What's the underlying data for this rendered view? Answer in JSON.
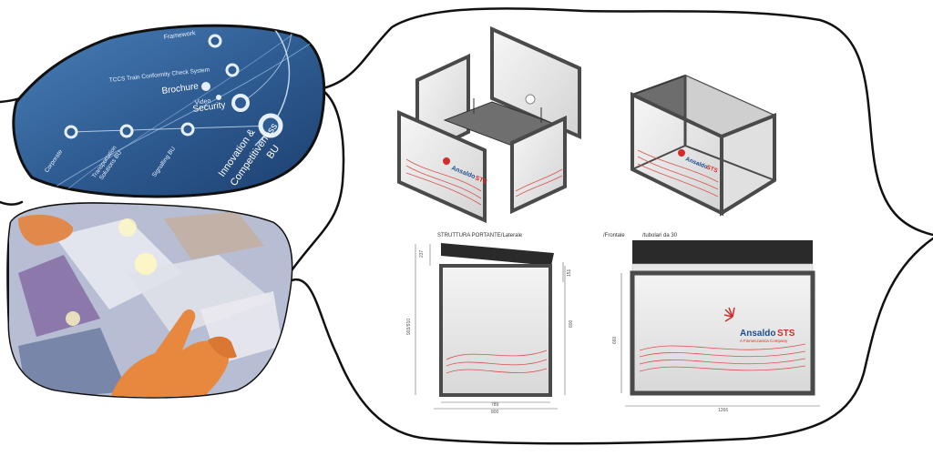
{
  "screen_panel": {
    "items": {
      "framework": "Framework",
      "tccs": "TCCS Train Conformity Check System",
      "brochure": "Brochure",
      "video": "Video",
      "security": "Security",
      "innovation_line1": "Innovation &",
      "innovation_line2": "Competitiveness",
      "innovation_line3": "BU",
      "corporate": "Corporate",
      "transportation_line1": "Transportation",
      "transportation_line2": "Solutions BU",
      "signalling": "Signalling BU"
    }
  },
  "drawings": {
    "side_view_title": "STRUTTURA PORTANTE/Laterale",
    "front_view_title": "/Frontale",
    "front_view_note": "/tubolari da 30",
    "dims": {
      "top_offset": "237",
      "right_offset": "151",
      "total_height": "903/910",
      "frame_height": "800",
      "inner_width": "789",
      "outer_width": "800",
      "front_height": "660",
      "front_width": "1266"
    },
    "brand": {
      "name_part1": "Ansaldo",
      "name_part2": "STS",
      "tagline": "A Finmeccanica Company"
    }
  },
  "colors": {
    "screen_blue": "#2f5d93",
    "frame_dark": "#4a4a4a",
    "brand_blue": "#1f4f8f",
    "brand_red": "#d62b2b",
    "wave_red": "#d9534f"
  }
}
